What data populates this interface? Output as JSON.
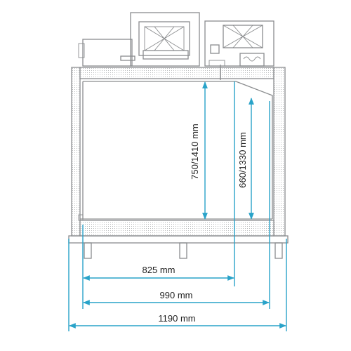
{
  "colors": {
    "outline": "#8a8c8e",
    "dimension": "#29a3c9",
    "text": "#1f1f1f"
  },
  "dimensions": {
    "height_outer": "750/1410 mm",
    "height_inner": "660/1330 mm",
    "width_825": "825 mm",
    "width_990": "990 mm",
    "width_1190": "1190 mm"
  }
}
